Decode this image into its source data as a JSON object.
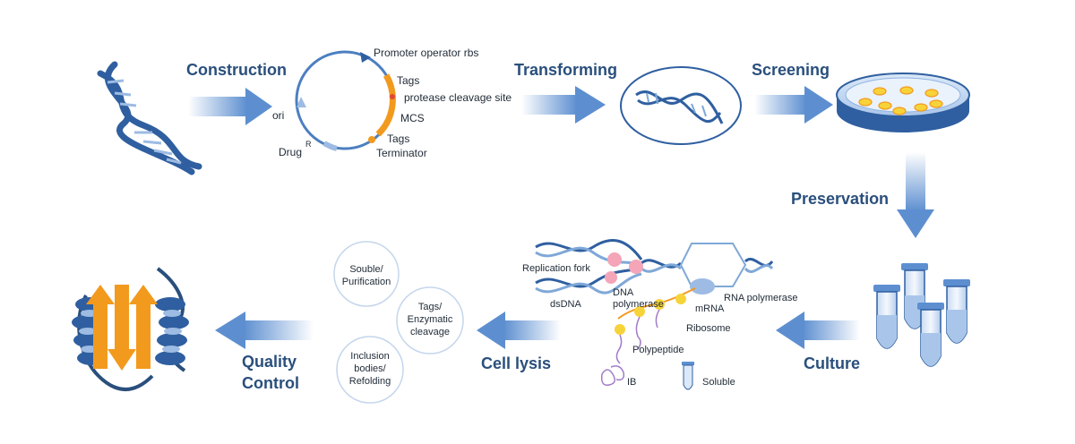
{
  "stages": {
    "construction": "Construction",
    "transforming": "Transforming",
    "screening": "Screening",
    "preservation": "Preservation",
    "culture": "Culture",
    "cell_lysis": "Cell lysis",
    "quality_control_line1": "Quality",
    "quality_control_line2": "Control"
  },
  "plasmid": {
    "promoter": "Promoter operator rbs",
    "tags_top": "Tags",
    "protease": "protease cleavage site",
    "mcs": "MCS",
    "tags_bottom": "Tags",
    "terminator": "Terminator",
    "ori": "ori",
    "drug": "Drug",
    "drug_sup": "R"
  },
  "expression": {
    "replication_fork": "Replication fork",
    "dna_polymerase_line1": "DNA",
    "dna_polymerase_line2": "polymerase",
    "dsdna": "dsDNA",
    "mrna": "mRNA",
    "rna_polymerase": "RNA polymerase",
    "ribosome": "Ribosome",
    "polypeptide": "Polypeptide",
    "ib": "IB",
    "soluble": "Soluble"
  },
  "purification": {
    "circle1_line1": "Souble/",
    "circle1_line2": "Purification",
    "circle2_line1": "Tags/",
    "circle2_line2": "Enzymatic",
    "circle2_line3": "cleavage",
    "circle3_line1": "Inclusion",
    "circle3_line2": "bodies/",
    "circle3_line3": "Refolding"
  },
  "colors": {
    "navy": "#2a4f7c",
    "dna_dark": "#2f5fa0",
    "dna_light": "#7fa8d8",
    "orange": "#f29a1e",
    "pink": "#f4a5b8",
    "yellow": "#f7d33a",
    "purple": "#a07cc8",
    "arrow": "#5d8fd0"
  }
}
